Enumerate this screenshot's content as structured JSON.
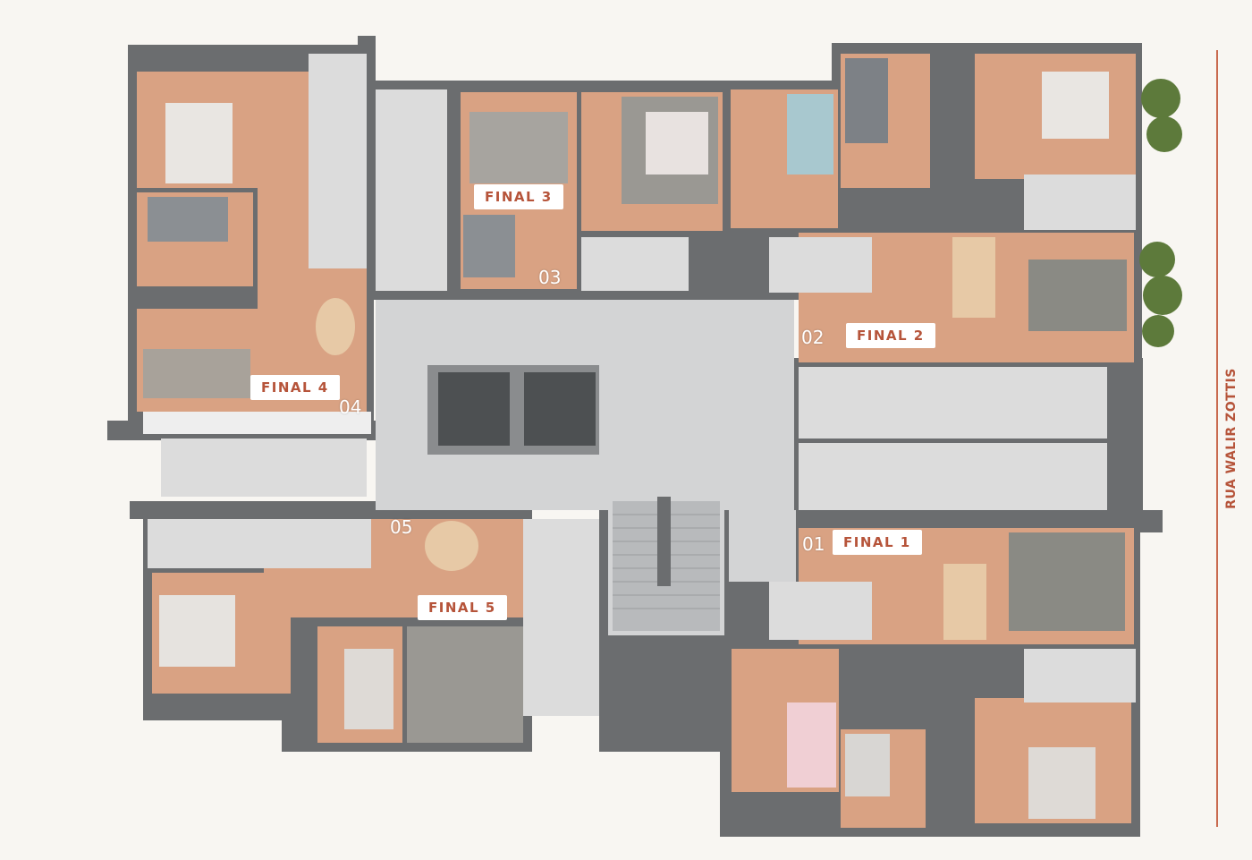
{
  "units": [
    {
      "label": "FINAL 1",
      "door": "01"
    },
    {
      "label": "FINAL 2",
      "door": "02"
    },
    {
      "label": "FINAL 3",
      "door": "03"
    },
    {
      "label": "FINAL 4",
      "door": "04"
    },
    {
      "label": "FINAL 5",
      "door": "05"
    }
  ],
  "street": {
    "name": "RUA WALIR ZOTTIS"
  },
  "colors": {
    "wall": "#6b6d6f",
    "floor_wood": "#d9a283",
    "floor_tile": "#dcdcdc",
    "corridor": "#d3d4d5",
    "accent": "#b6543a",
    "background": "#f8f6f2"
  }
}
